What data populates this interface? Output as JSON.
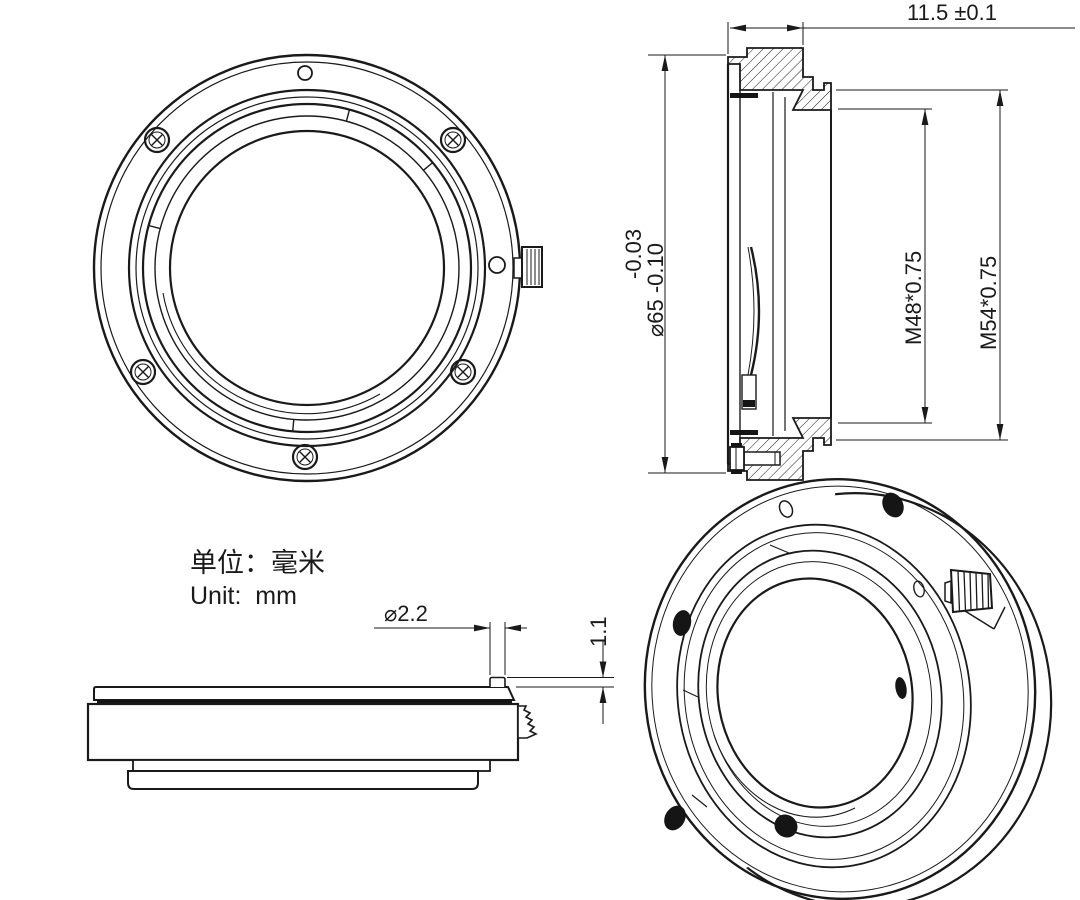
{
  "colors": {
    "line": "#1a1a1a",
    "background": "#ffffff",
    "fill_dark": "#151515"
  },
  "unit_note": {
    "cn": "单位：毫米",
    "en": "Unit:  mm"
  },
  "dims": {
    "thickness": "11.5 ±0.1",
    "flange_tol_upper": "-0.03",
    "flange_main": "⌀65 -0.10",
    "inner_thread": "M48*0.75",
    "outer_thread": "M54*0.75",
    "pin_dia": "⌀2.2",
    "pin_height": "1.1"
  }
}
